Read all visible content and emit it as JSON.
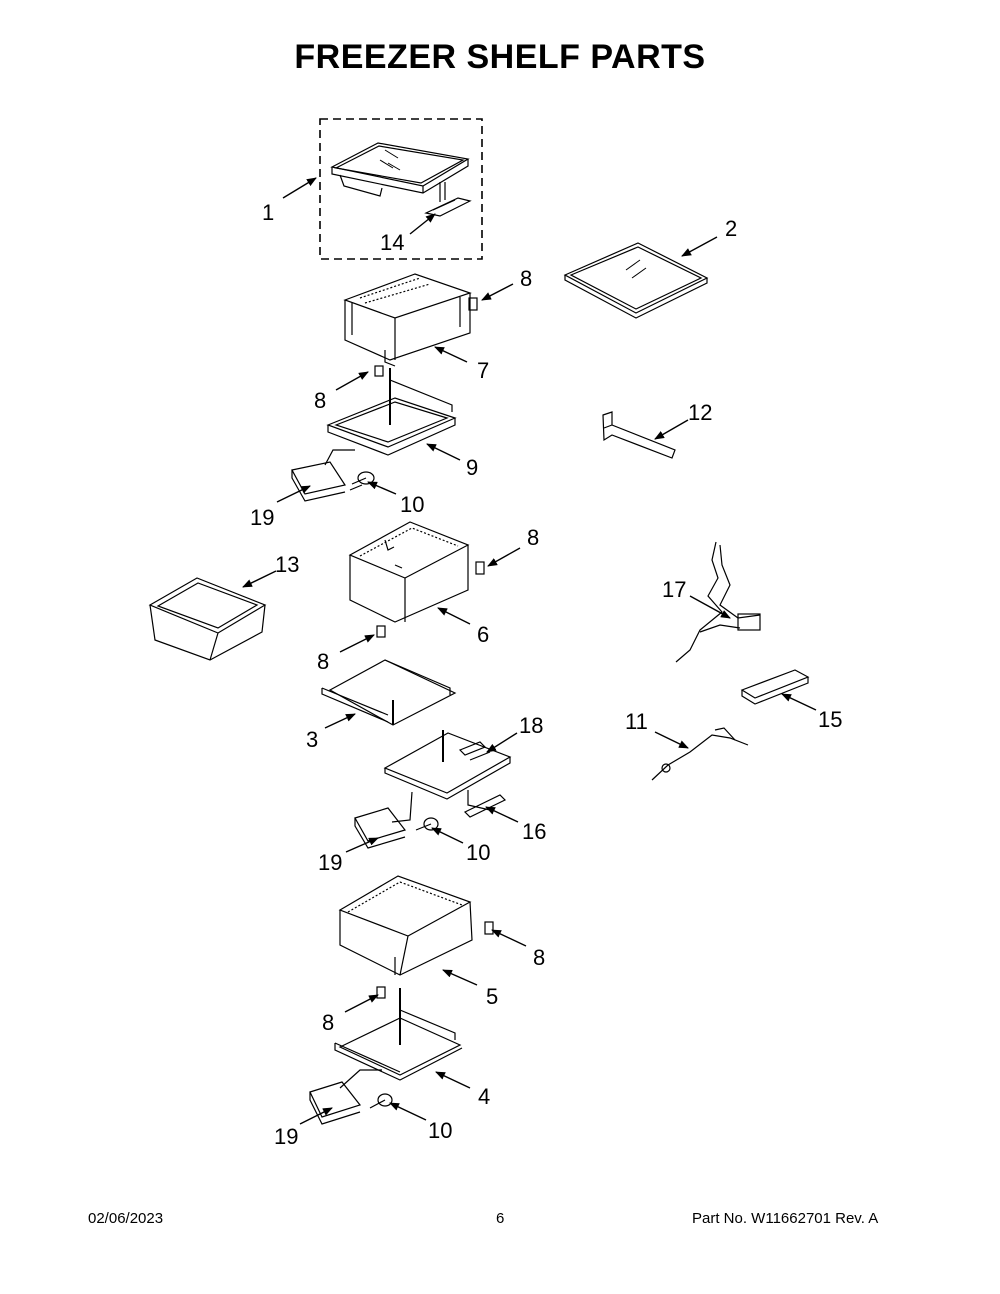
{
  "page": {
    "title": "FREEZER SHELF PARTS"
  },
  "callouts": [
    {
      "id": "c1",
      "label": "1"
    },
    {
      "id": "c14",
      "label": "14"
    },
    {
      "id": "c2",
      "label": "2"
    },
    {
      "id": "c8a",
      "label": "8"
    },
    {
      "id": "c7",
      "label": "7"
    },
    {
      "id": "c8b",
      "label": "8"
    },
    {
      "id": "c9",
      "label": "9"
    },
    {
      "id": "c12",
      "label": "12"
    },
    {
      "id": "c10a",
      "label": "10"
    },
    {
      "id": "c19a",
      "label": "19"
    },
    {
      "id": "c8c",
      "label": "8"
    },
    {
      "id": "c13",
      "label": "13"
    },
    {
      "id": "c6",
      "label": "6"
    },
    {
      "id": "c17",
      "label": "17"
    },
    {
      "id": "c8d",
      "label": "8"
    },
    {
      "id": "c18",
      "label": "18"
    },
    {
      "id": "c3",
      "label": "3"
    },
    {
      "id": "c11",
      "label": "11"
    },
    {
      "id": "c15",
      "label": "15"
    },
    {
      "id": "c16",
      "label": "16"
    },
    {
      "id": "c10b",
      "label": "10"
    },
    {
      "id": "c19b",
      "label": "19"
    },
    {
      "id": "c8e",
      "label": "8"
    },
    {
      "id": "c5",
      "label": "5"
    },
    {
      "id": "c8f",
      "label": "8"
    },
    {
      "id": "c4",
      "label": "4"
    },
    {
      "id": "c10c",
      "label": "10"
    },
    {
      "id": "c19c",
      "label": "19"
    }
  ],
  "footer": {
    "date": "02/06/2023",
    "page_number": "6",
    "part_info": "Part No.  W11662701  Rev.  A"
  }
}
